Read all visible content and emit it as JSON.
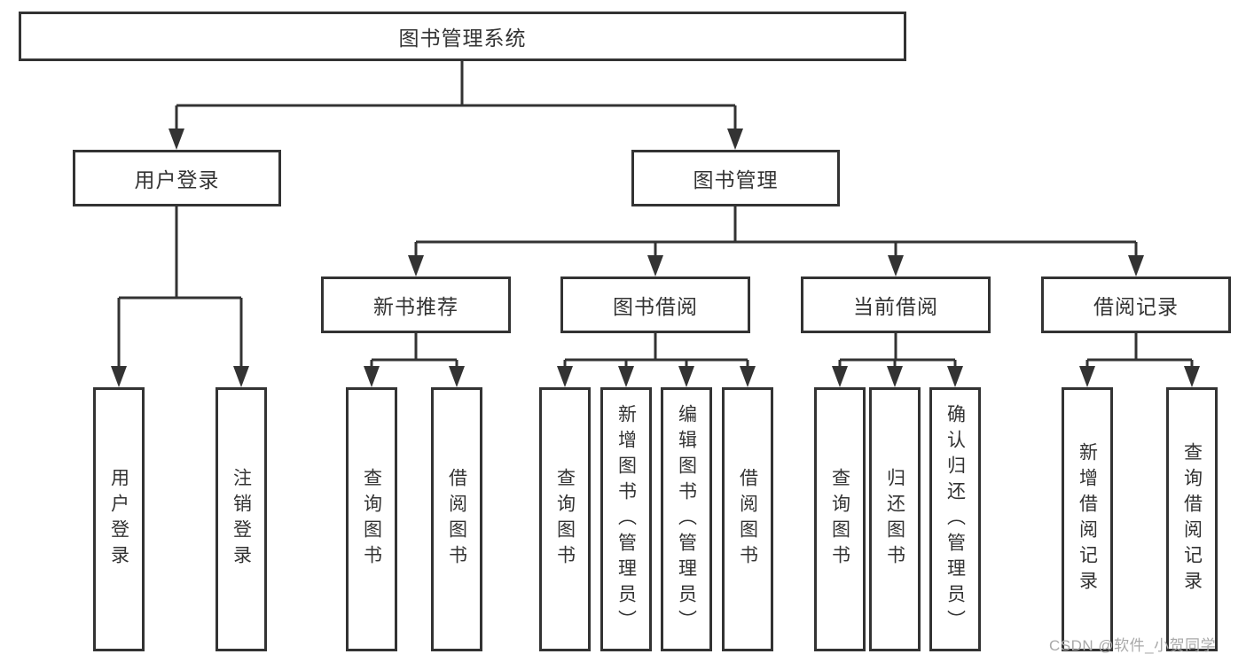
{
  "diagram": {
    "root": {
      "label": "图书管理系统"
    },
    "user_login": {
      "label": "用户登录",
      "children": [
        {
          "label": "用户登录"
        },
        {
          "label": "注销登录"
        }
      ]
    },
    "book_management": {
      "label": "图书管理",
      "modules": [
        {
          "label": "新书推荐",
          "children": [
            {
              "label": "查询图书"
            },
            {
              "label": "借阅图书"
            }
          ]
        },
        {
          "label": "图书借阅",
          "children": [
            {
              "label": "查询图书"
            },
            {
              "label": "新增图书（管理员）"
            },
            {
              "label": "编辑图书（管理员）"
            },
            {
              "label": "借阅图书"
            }
          ]
        },
        {
          "label": "当前借阅",
          "children": [
            {
              "label": "查询图书"
            },
            {
              "label": "归还图书"
            },
            {
              "label": "确认归还（管理员）"
            }
          ]
        },
        {
          "label": "借阅记录",
          "children": [
            {
              "label": "新增借阅记录"
            },
            {
              "label": "查询借阅记录"
            }
          ]
        }
      ]
    }
  },
  "watermark": {
    "text": "CSDN @软件_小贺同学"
  },
  "colors": {
    "line": "#333333",
    "watermark": "#a9a9a9",
    "background": "#ffffff"
  }
}
